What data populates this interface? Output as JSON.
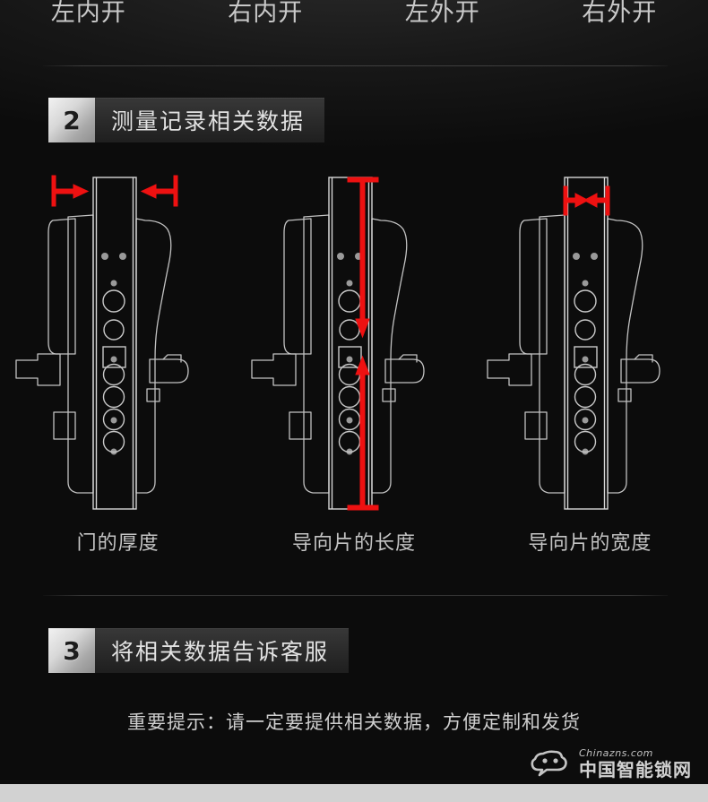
{
  "top_row": {
    "labels": [
      "左内开",
      "右内开",
      "左外开",
      "右外开"
    ]
  },
  "sections": [
    {
      "number": "2",
      "title": "测量记录相关数据"
    },
    {
      "number": "3",
      "title": "将相关数据告诉客服"
    }
  ],
  "diagrams": [
    {
      "caption": "门的厚度",
      "measure": "horizontal-top-wide",
      "measure_color": "#ee1111"
    },
    {
      "caption": "导向片的长度",
      "measure": "vertical-full",
      "measure_color": "#ee1111"
    },
    {
      "caption": "导向片的宽度",
      "measure": "horizontal-top-narrow",
      "measure_color": "#ee1111"
    }
  ],
  "notice": {
    "text": "重要提示：请一定要提供相关数据，方便定制和发货"
  },
  "watermark": {
    "english": "Chinazns.com",
    "chinese": "中国智能锁网"
  },
  "colors": {
    "background": "#0b0b0b",
    "accent_red": "#ee1111",
    "line": "#c8c8c8",
    "text": "#d0d0d0",
    "badge_light": "#f2f2f2",
    "bottom_strip": "#d2d2d2"
  }
}
